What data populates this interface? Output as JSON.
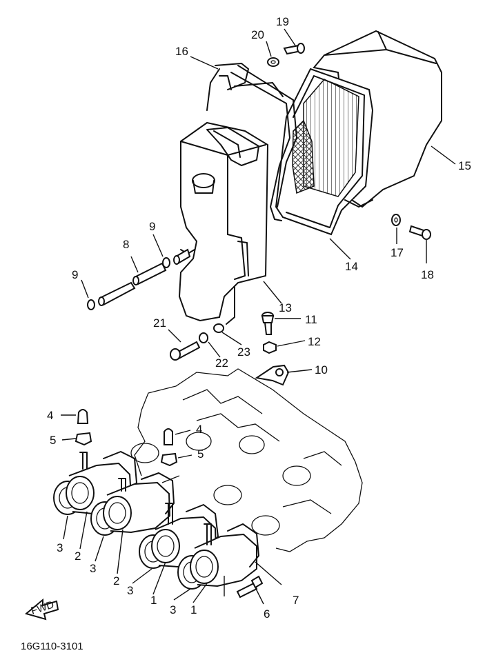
{
  "diagram": {
    "part_code": "16G110-3101",
    "fwd_label": "FWD",
    "callouts": {
      "c1a": "1",
      "c1b": "1",
      "c2a": "2",
      "c2b": "2",
      "c3a": "3",
      "c3b": "3",
      "c3c": "3",
      "c3d": "3",
      "c4a": "4",
      "c4b": "4",
      "c5a": "5",
      "c5b": "5",
      "c6": "6",
      "c7": "7",
      "c8": "8",
      "c9a": "9",
      "c9b": "9",
      "c10": "10",
      "c11": "11",
      "c12": "12",
      "c13": "13",
      "c14": "14",
      "c15": "15",
      "c16": "16",
      "c17": "17",
      "c18": "18",
      "c19": "19",
      "c20": "20",
      "c21": "21",
      "c22": "22",
      "c23": "23"
    }
  }
}
